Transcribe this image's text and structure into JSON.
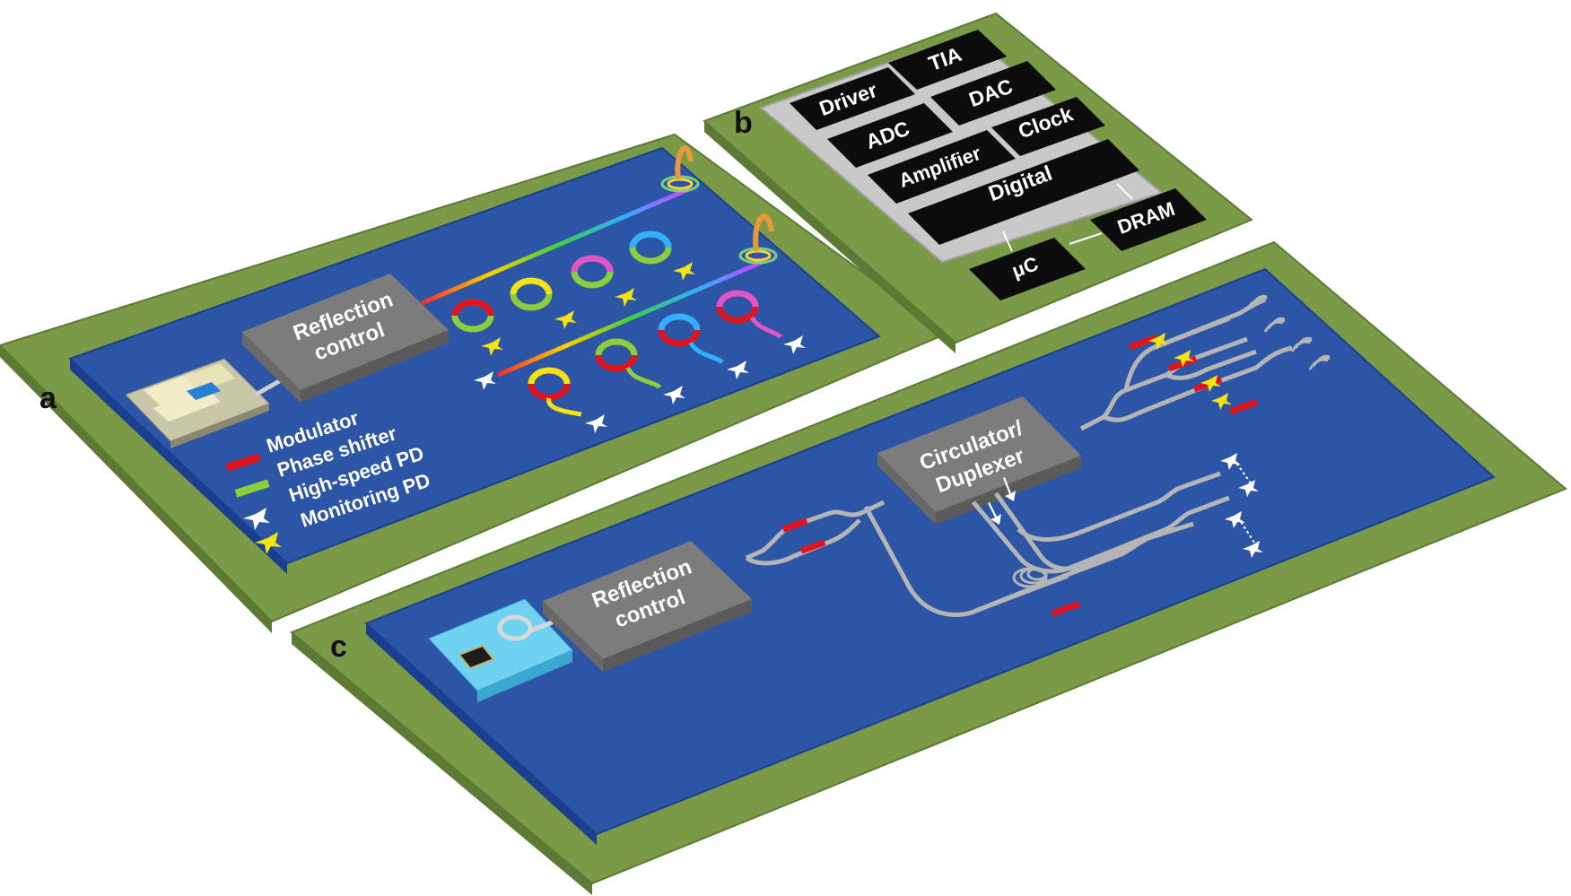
{
  "panels": {
    "a": {
      "letter": "a",
      "reflection_label": [
        "Reflection",
        "control"
      ]
    },
    "b": {
      "letter": "b"
    },
    "c": {
      "letter": "c",
      "reflection_label": [
        "Reflection",
        "control"
      ],
      "circulator_label": [
        "Circulator/",
        "Duplexer"
      ]
    }
  },
  "legend": {
    "modulator": "Modulator",
    "phase_shifter": "Phase shifter",
    "high_speed_pd": "High-speed PD",
    "monitoring_pd": "Monitoring PD"
  },
  "electronics": {
    "driver": "Driver",
    "tia": "TIA",
    "dac": "DAC",
    "adc": "ADC",
    "clock": "Clock",
    "amplifier": "Amplifier",
    "digital": "Digital",
    "dram": "DRAM",
    "uc": "μC"
  },
  "colors": {
    "board": "#7a9a48",
    "board_edge": "#5c7a33",
    "chip": "#2c55a6",
    "chip_edge": "#1a3f8f",
    "block": "#7c7c7c",
    "modulator": "#e0141e",
    "phase_shifter": "#8ccf3c",
    "monitoring_pd": "#f3e312"
  }
}
